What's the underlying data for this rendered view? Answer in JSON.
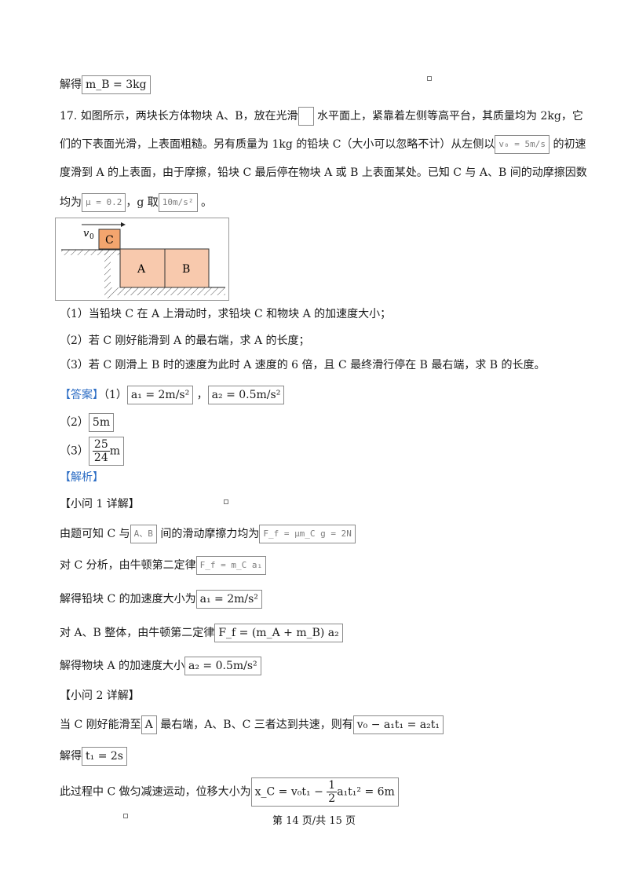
{
  "top": {
    "lead": "解得",
    "eq": "m_B = 3kg"
  },
  "problem": {
    "l1a": "17. 如图所示，两块长方体物块 A、B，放在光滑",
    "l1b": " 水平面上，紧靠着左侧等高平台，其质量均为 2kg，它",
    "l2a": "们的下表面光滑，上表面粗糙。另有质量为 1kg 的铅块 C（大小可以忽略不计）从左侧以",
    "l2eq": "v₀ = 5m/s",
    "l2b": " 的初速",
    "l3": "度滑到 A 的上表面，由于摩擦，铅块 C 最后停在物块 A 或 B 上表面某处。已知 C 与 A、B 间的动摩擦因数",
    "l4a": "均为",
    "l4eq1": "μ = 0.2",
    "l4b": "，g 取",
    "l4eq2": "10m/s²",
    "l4c": " 。"
  },
  "figure": {
    "label_v": "v",
    "label_sub": "0",
    "label_c": "C",
    "label_a": "A",
    "label_b": "B",
    "color_block": "#f8c9ad",
    "color_c": "#f3a56e"
  },
  "questions": [
    "（1）当铅块 C 在 A 上滑动时，求铅块 C 和物块 A 的加速度大小；",
    "（2）若 C 刚好能滑到 A 的最右端，求 A 的长度；",
    "（3）若 C 刚滑上 B 时的速度为此时 A 速度的 6 倍，且 C 最终滑行停在 B 最右端，求 B 的长度。"
  ],
  "answer": {
    "tag": "【答案】",
    "p1": "（1）",
    "a1": "a₁ = 2m/s²",
    "sep": " ，",
    "a2": "a₂ = 0.5m/s²",
    "p2": "（2）",
    "len": "5m",
    "p3": "（3）",
    "frac_num": "25",
    "frac_den": "24",
    "unit": "m"
  },
  "analysis": {
    "tag": "【解析】",
    "sub1": "【小问 1 详解】",
    "s1a": "由题可知 C 与",
    "s1eq1": "A、B",
    "s1b": " 间的滑动摩擦力均为",
    "s1eq2": "F_f = μm_C g = 2N",
    "s2a": "对 C 分析，由牛顿第二定律",
    "s2eq": "F_f = m_C a₁",
    "s3a": "解得铅块 C 的加速度大小为",
    "s3eq": "a₁ = 2m/s²",
    "s4a": "对 A、B 整体，由牛顿第二定律",
    "s4eq": "F_f = (m_A + m_B) a₂",
    "s5a": "解得物块 A 的加速度大小",
    "s5eq": "a₂ = 0.5m/s²",
    "sub2": "【小问 2 详解】",
    "s6a": "当 C 刚好能滑至",
    "s6eq1": "A",
    "s6b": " 最右端，A、B、C 三者达到共速，则有",
    "s6eq2": "v₀ − a₁t₁ = a₂t₁",
    "s7a": "解得",
    "s7eq": "t₁ = 2s",
    "s8a": "此过程中 C 做匀减速运动，位移大小为",
    "s8eq_pre": "x_C = v₀t₁ − ",
    "s8eq_num": "1",
    "s8eq_den": "2",
    "s8eq_post": "a₁t₁² = 6m"
  },
  "footer": "第 14 页/共 15 页"
}
